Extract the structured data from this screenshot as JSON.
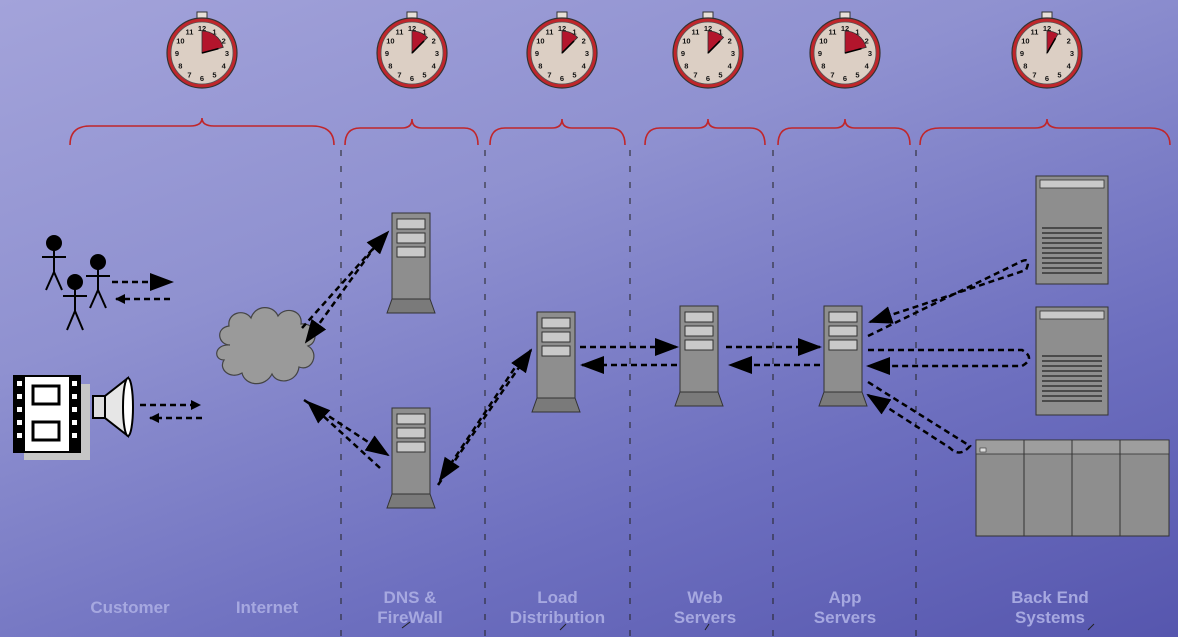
{
  "stages": [
    {
      "id": "customer",
      "label": "Customer",
      "clock_hour_fill": 2.5
    },
    {
      "id": "internet",
      "label": "Internet",
      "clock_hour_fill": 2.5
    },
    {
      "id": "dns-firewall",
      "label_line1": "DNS &",
      "label_line2": "FireWall",
      "clock_hour_fill": 1.5
    },
    {
      "id": "load-distribution",
      "label_line1": "Load",
      "label_line2": "Distribution",
      "clock_hour_fill": 1.5
    },
    {
      "id": "web-servers",
      "label_line1": "Web",
      "label_line2": "Servers",
      "clock_hour_fill": 1.5
    },
    {
      "id": "app-servers",
      "label_line1": "App",
      "label_line2": "Servers",
      "clock_hour_fill": 2.5
    },
    {
      "id": "back-end-systems",
      "label_line1": "Back End",
      "label_line2": "Systems",
      "clock_hour_fill": 1.0
    }
  ],
  "clock_numbers": [
    "12",
    "1",
    "2",
    "3",
    "4",
    "5",
    "6",
    "7",
    "8",
    "9",
    "10",
    "11"
  ],
  "colors": {
    "background": "#7d7fc7",
    "label": "#a6a8e0",
    "brace": "#c0262b",
    "clock_face": "#dccfc4",
    "clock_fill": "#b3152c",
    "server": "#8e8e8e"
  }
}
